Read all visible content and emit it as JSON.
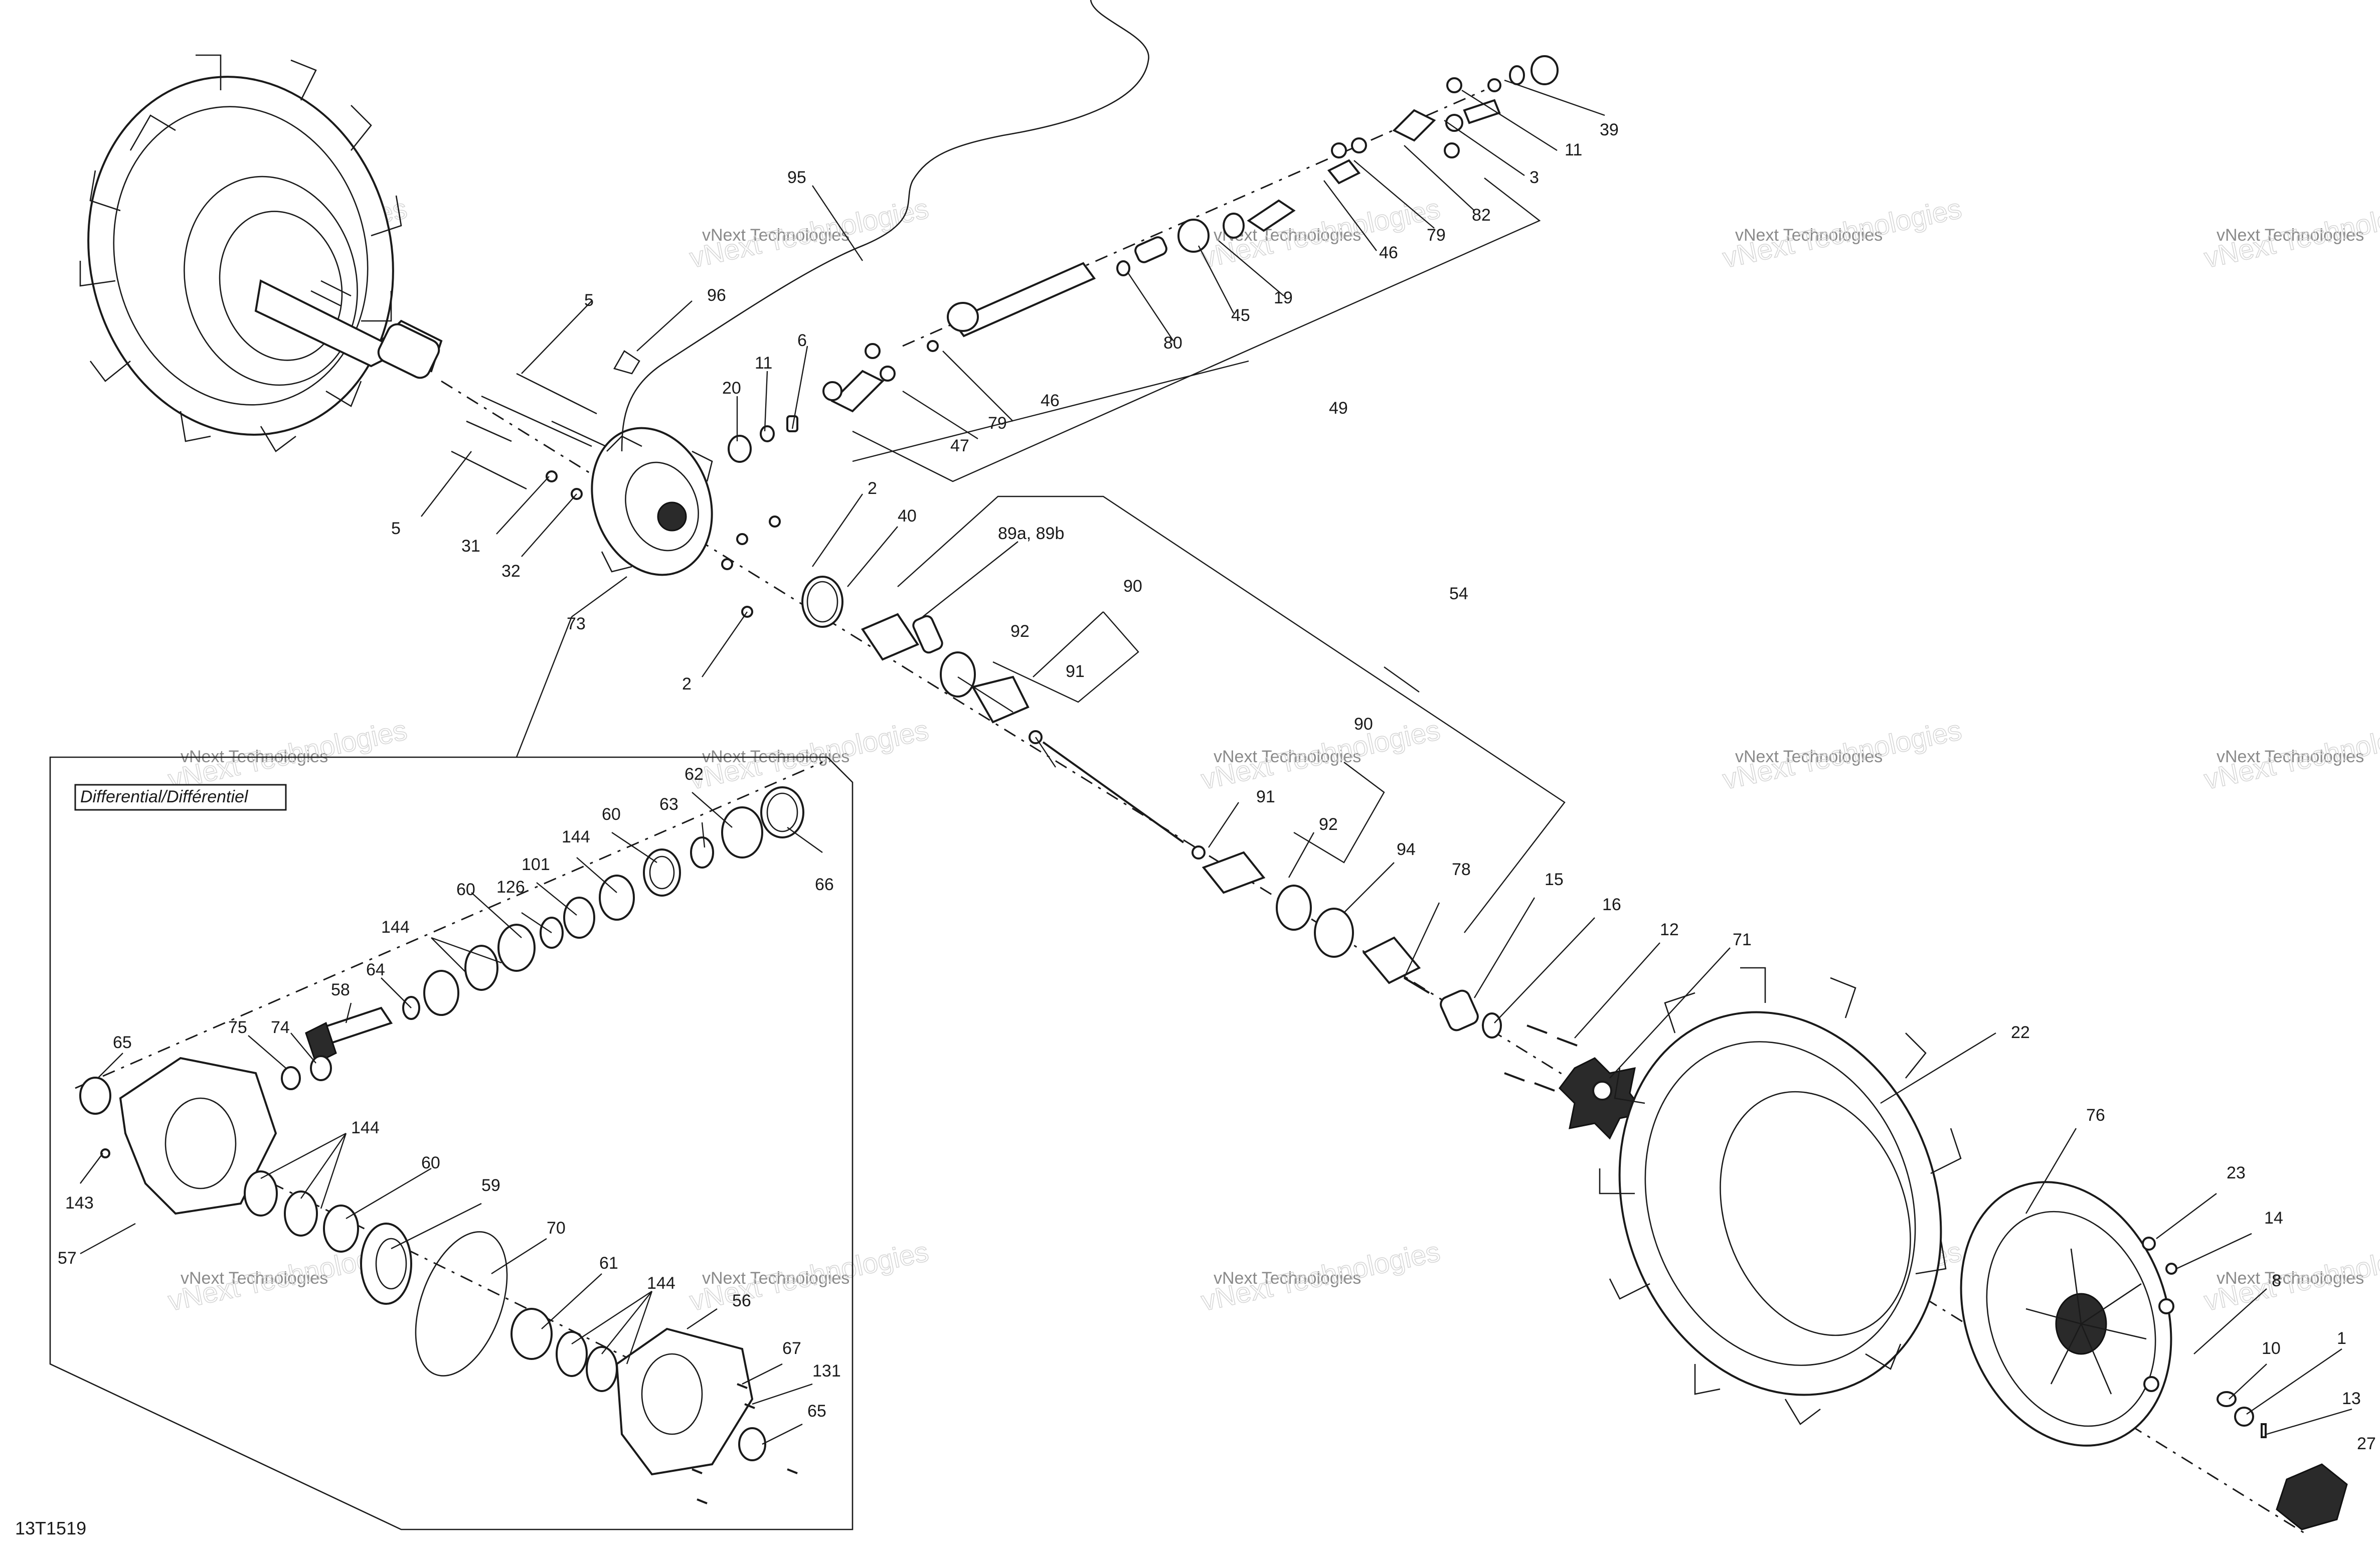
{
  "diagram_code": "13T1519",
  "inset": {
    "title": "Differential/Différentiel"
  },
  "watermark": {
    "line1": "vNext Technologies",
    "line2": "vNext Technologies",
    "line3": "vNext"
  },
  "labels": [
    {
      "id": "l39",
      "text": "39"
    },
    {
      "id": "l11a",
      "text": "11"
    },
    {
      "id": "l3",
      "text": "3"
    },
    {
      "id": "l82",
      "text": "82"
    },
    {
      "id": "l79a",
      "text": "79"
    },
    {
      "id": "l46a",
      "text": "46"
    },
    {
      "id": "l19",
      "text": "19"
    },
    {
      "id": "l45",
      "text": "45"
    },
    {
      "id": "l80",
      "text": "80"
    },
    {
      "id": "l95",
      "text": "95"
    },
    {
      "id": "l96",
      "text": "96"
    },
    {
      "id": "l5a",
      "text": "5"
    },
    {
      "id": "l5b",
      "text": "5"
    },
    {
      "id": "l31",
      "text": "31"
    },
    {
      "id": "l32",
      "text": "32"
    },
    {
      "id": "l73",
      "text": "73"
    },
    {
      "id": "l20",
      "text": "20"
    },
    {
      "id": "l11b",
      "text": "11"
    },
    {
      "id": "l6",
      "text": "6"
    },
    {
      "id": "l46b",
      "text": "46"
    },
    {
      "id": "l79b",
      "text": "79"
    },
    {
      "id": "l47",
      "text": "47"
    },
    {
      "id": "l49",
      "text": "49"
    },
    {
      "id": "l2a",
      "text": "2"
    },
    {
      "id": "l40",
      "text": "40"
    },
    {
      "id": "l2b",
      "text": "2"
    },
    {
      "id": "l89",
      "text": "89a, 89b"
    },
    {
      "id": "l90a",
      "text": "90"
    },
    {
      "id": "l92a",
      "text": "92"
    },
    {
      "id": "l91a",
      "text": "91"
    },
    {
      "id": "l54",
      "text": "54"
    },
    {
      "id": "l90b",
      "text": "90"
    },
    {
      "id": "l91b",
      "text": "91"
    },
    {
      "id": "l92b",
      "text": "92"
    },
    {
      "id": "l94",
      "text": "94"
    },
    {
      "id": "l78",
      "text": "78"
    },
    {
      "id": "l15",
      "text": "15"
    },
    {
      "id": "l16",
      "text": "16"
    },
    {
      "id": "l12",
      "text": "12"
    },
    {
      "id": "l71",
      "text": "71"
    },
    {
      "id": "l22",
      "text": "22"
    },
    {
      "id": "l76",
      "text": "76"
    },
    {
      "id": "l23",
      "text": "23"
    },
    {
      "id": "l14",
      "text": "14"
    },
    {
      "id": "l8",
      "text": "8"
    },
    {
      "id": "l10",
      "text": "10"
    },
    {
      "id": "l1",
      "text": "1"
    },
    {
      "id": "l13",
      "text": "13"
    },
    {
      "id": "l27",
      "text": "27"
    },
    {
      "id": "l62",
      "text": "62"
    },
    {
      "id": "l60a",
      "text": "60"
    },
    {
      "id": "l63",
      "text": "63"
    },
    {
      "id": "l66",
      "text": "66"
    },
    {
      "id": "l144a",
      "text": "144"
    },
    {
      "id": "l101",
      "text": "101"
    },
    {
      "id": "l60b",
      "text": "60"
    },
    {
      "id": "l126",
      "text": "126"
    },
    {
      "id": "l144b",
      "text": "144"
    },
    {
      "id": "l64",
      "text": "64"
    },
    {
      "id": "l58",
      "text": "58"
    },
    {
      "id": "l75",
      "text": "75"
    },
    {
      "id": "l74",
      "text": "74"
    },
    {
      "id": "l65a",
      "text": "65"
    },
    {
      "id": "l144c",
      "text": "144"
    },
    {
      "id": "l60c",
      "text": "60"
    },
    {
      "id": "l59",
      "text": "59"
    },
    {
      "id": "l143",
      "text": "143"
    },
    {
      "id": "l57",
      "text": "57"
    },
    {
      "id": "l70",
      "text": "70"
    },
    {
      "id": "l61",
      "text": "61"
    },
    {
      "id": "l144d",
      "text": "144"
    },
    {
      "id": "l56",
      "text": "56"
    },
    {
      "id": "l67",
      "text": "67"
    },
    {
      "id": "l131",
      "text": "131"
    },
    {
      "id": "l65b",
      "text": "65"
    }
  ]
}
